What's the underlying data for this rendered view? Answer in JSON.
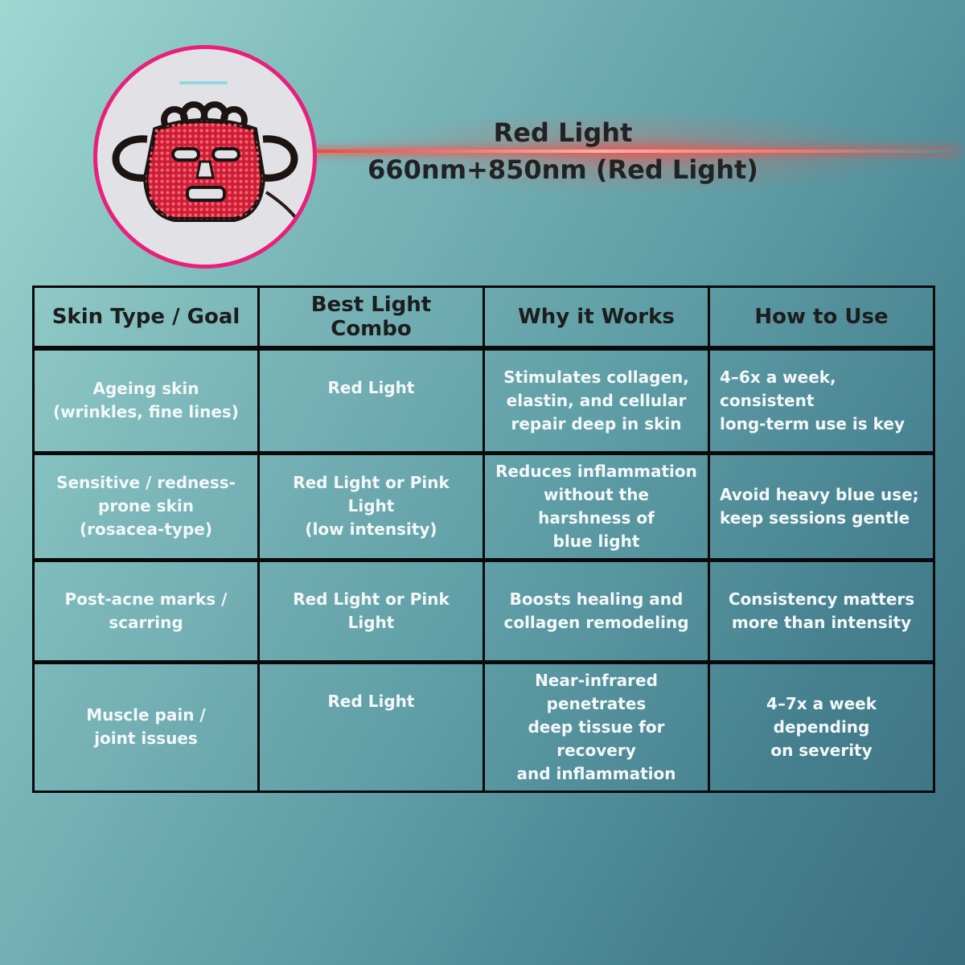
{
  "header": {
    "title": "Red Light",
    "subtitle": "660nm+850nm (Red Light)"
  },
  "colors": {
    "accent": "#e8207a",
    "beam": "#ff5a4f",
    "table_border": "#0a0a0a"
  },
  "image": {
    "icon": "led-face-mask"
  },
  "table": {
    "headers": [
      "Skin Type / Goal",
      "Best Light Combo",
      "Why it Works",
      "How to Use"
    ],
    "rows": [
      {
        "goal": [
          "Ageing skin",
          "(wrinkles, fine lines)"
        ],
        "combo": [
          "Red Light"
        ],
        "why": [
          "Stimulates collagen,",
          "elastin, and cellular",
          "repair deep in skin"
        ],
        "how": [
          "4–6x a week, consistent",
          "long-term use is key"
        ]
      },
      {
        "goal": [
          "Sensitive / redness-",
          "prone skin",
          "(rosacea-type)"
        ],
        "combo": [
          "Red Light or Pink Light",
          "(low intensity)"
        ],
        "why": [
          "Reduces inflammation",
          "without the harshness of",
          "blue light"
        ],
        "how": [
          "Avoid heavy blue use;",
          "keep sessions gentle"
        ]
      },
      {
        "goal": [
          "Post-acne marks /",
          "scarring"
        ],
        "combo": [
          "Red Light or Pink Light"
        ],
        "why": [
          "Boosts healing and",
          "collagen remodeling"
        ],
        "how": [
          "Consistency matters",
          "more than intensity"
        ]
      },
      {
        "goal": [
          "Muscle pain /",
          "joint issues"
        ],
        "combo": [
          "Red Light"
        ],
        "why": [
          "Near-infrared penetrates",
          "deep tissue for recovery",
          "and inflammation"
        ],
        "how": [
          "4–7x a week depending",
          "on severity"
        ]
      }
    ]
  }
}
